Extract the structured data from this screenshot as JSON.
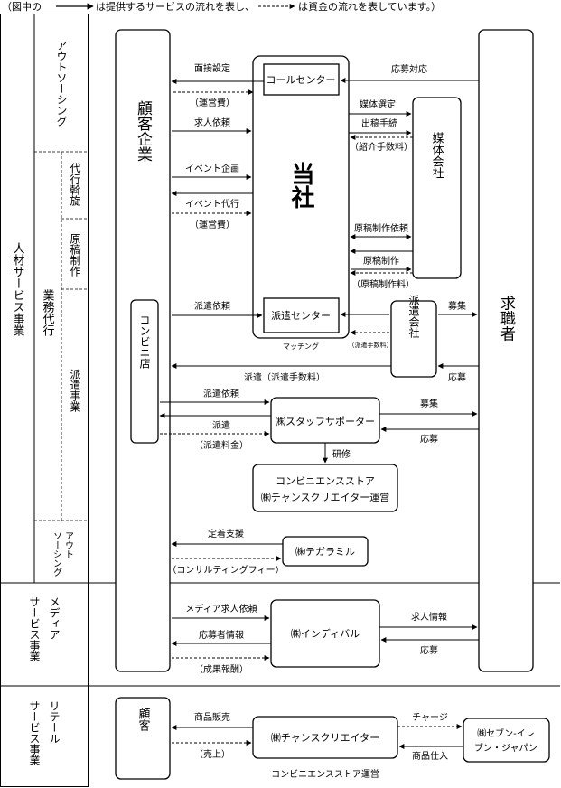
{
  "legend": {
    "open": "（図中の",
    "service_text": "は提供するサービスの流れを表し、",
    "money_text": "は資金の流れを表しています。）"
  },
  "left": {
    "jinzai": "人材サービス事業",
    "outsourcing": "アウトソーシング",
    "gyomu": "業務代行",
    "daiko": "代行斡旋",
    "genko": "原稿制作",
    "haken": "派遣事業",
    "out_a": "アウト",
    "out_b": "ソーシング",
    "media_a": "メディア",
    "media_b": "サービス事業",
    "retail_a": "リテール",
    "retail_b": "サービス事業"
  },
  "boxes": {
    "kokyaku": "顧客企業",
    "kyushoku": "求職者",
    "tosha": "当社",
    "callcenter": "コールセンター",
    "baitai": "媒体会社",
    "haken_center": "派遣センター",
    "matching": "マッチング",
    "haken_kaisha": "派遣会社",
    "conveni": "コンビニ店",
    "staff": "㈱スタッフサポーター",
    "conv_store_a": "コンビニエンスストア",
    "conv_store_b": "㈱チャンスクリエイター運営",
    "tegaramiru": "㈱テガラミル",
    "indival": "㈱インディバル",
    "kokyaku2": "顧客",
    "chance": "㈱チャンスクリエイター",
    "chance_note": "コンビニエンスストア運営",
    "seven_a": "㈱セブン‐イレ",
    "seven_b": "ブン・ジャパン"
  },
  "flows": {
    "mensetsu": "面接設定",
    "unei1": "（運営費）",
    "kyujin_irai": "求人依頼",
    "oubo_taiou": "応募対応",
    "baitai_sentei": "媒体選定",
    "shukko": "出稿手続",
    "shokai": "（紹介手数料）",
    "event_kikaku": "イベント企画",
    "event_daiko": "イベント代行",
    "unei2": "（運営費）",
    "genko_irai": "原稿制作依頼",
    "genko_seisaku": "原稿制作",
    "genko_fee": "（原稿制作料）",
    "haken_irai": "派遣依頼",
    "boshu1": "募集",
    "haken_fee_small": "（派遣手数料）",
    "haken_back": "派遣（派遣手数料）",
    "oubo1": "応募",
    "haken_irai2": "派遣依頼",
    "haken2": "派遣",
    "haken_ryokin": "（派遣料金）",
    "boshu2": "募集",
    "oubo2": "応募",
    "kenshu": "研修",
    "teichaku": "定着支援",
    "consult": "（コンサルティングフィー）",
    "media_irai": "メディア求人依頼",
    "oubo_info": "応募者情報",
    "seika": "（成果報酬）",
    "kyujin_info": "求人情報",
    "oubo3": "応募",
    "shohin_hanbai": "商品販売",
    "uriage": "（売上）",
    "charge": "チャージ",
    "shohin_shiire": "商品仕入"
  }
}
